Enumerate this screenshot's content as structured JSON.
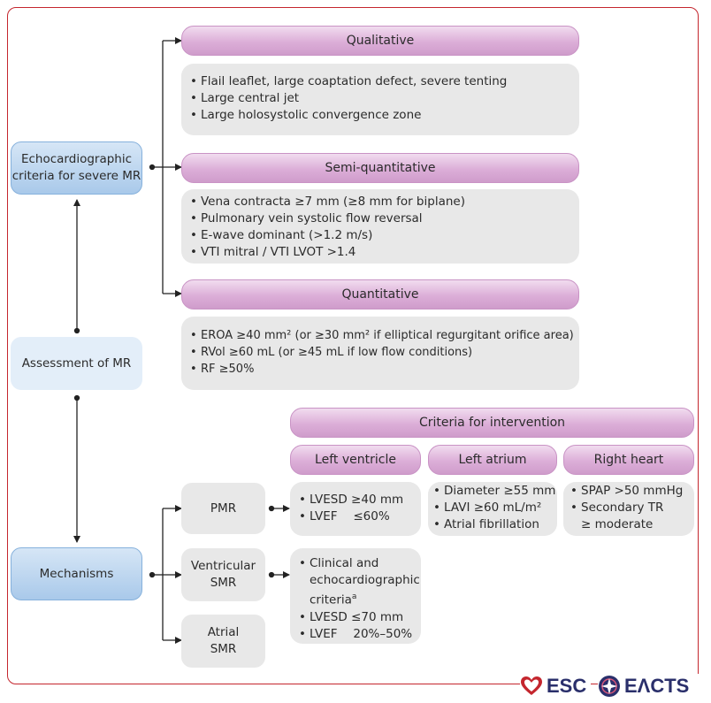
{
  "main": {
    "qualitative": {
      "title": "Qualitative",
      "items": [
        "Flail leaflet, large coaptation defect, severe tenting",
        "Large central jet",
        "Large holosystolic convergence zone"
      ]
    },
    "semi_quantitative": {
      "title": "Semi-quantitative",
      "items": [
        "Vena contracta ≥7 mm (≥8 mm for biplane)",
        "Pulmonary vein systolic flow reversal",
        "E-wave dominant (>1.2 m/s)",
        "VTI mitral / VTI LVOT >1.4"
      ]
    },
    "quantitative": {
      "title": "Quantitative",
      "items": [
        "EROA ≥40 mm² (or ≥30 mm² if elliptical regurgitant orifice area)",
        "RVol ≥60 mL (or ≥45 mL if low flow conditions)",
        "RF ≥50%"
      ]
    },
    "echo_criteria": {
      "line1": "Echocardiographic",
      "line2": "criteria for severe MR"
    },
    "assessment": {
      "label": "Assessment of MR"
    },
    "mechanisms": {
      "label": "Mechanisms"
    },
    "pmr": {
      "label": "PMR"
    },
    "ventricular_smr": {
      "line1": "Ventricular",
      "line2": "SMR"
    },
    "atrial_smr": {
      "line1": "Atrial",
      "line2": "SMR"
    },
    "criteria_for_intervention": {
      "title": "Criteria for intervention"
    },
    "left_ventricle": {
      "title": "Left ventricle",
      "items": [
        "LVESD ≥40 mm",
        "LVEF  ≤60%"
      ]
    },
    "left_atrium": {
      "title": "Left atrium",
      "items": [
        "Diameter ≥55 mm",
        "LAVI ≥60 mL/m²",
        "Atrial fibrillation"
      ]
    },
    "right_heart": {
      "title": "Right heart",
      "items": [
        "SPAP >50 mmHg",
        "Secondary TR",
        "≥ moderate"
      ]
    },
    "vsmr_criteria": {
      "line1": "Clinical and",
      "line2": "echocardiographic",
      "line3": "criteria",
      "sup": "a",
      "items": [
        "LVESD ≤70 mm",
        "LVEF  20%–50%"
      ]
    }
  },
  "logos": {
    "esc": "ESC",
    "eacts": "EΛCTS",
    "esc_color": "#c4262e",
    "eacts_color": "#2a2f6b"
  },
  "colors": {
    "frame": "#c4262e",
    "pill": "#dcaed8",
    "gray_box": "#e8e8e8",
    "blue_box": "#a9c9ea",
    "light_blue_box": "#e3eef9"
  }
}
